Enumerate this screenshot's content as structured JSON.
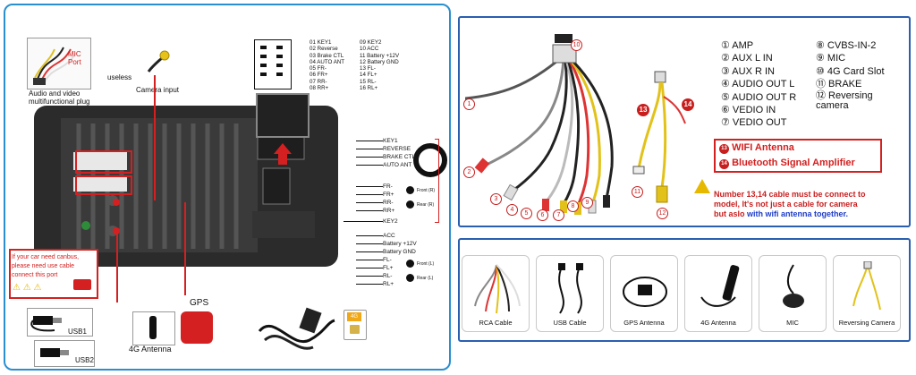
{
  "left": {
    "mic_port": "MIC\nPort",
    "audio_video_plug": "Audio and video\nmultifunctional plug",
    "useless": "useless",
    "camera_input": "Camera input",
    "canbus_note": "If your car need canbus,\nplease need use cable\nconnect this port",
    "usb1": "USB1",
    "usb2": "USB2",
    "antenna_4g": "4G Antenna",
    "gps": "GPS",
    "sim_label": "4G",
    "pins_col1": [
      "01 KEY1",
      "02 Reverse",
      "03 Brake CTL",
      "04 AUTO ANT",
      "05 FR-",
      "06 FR+",
      "07 RR-",
      "08 RR+"
    ],
    "pins_col2": [
      "09 KEY2",
      "10 ACC",
      "11 Battery +12V",
      "12 Battery GND",
      "13 FL-",
      "14 FL+",
      "15 RL-",
      "16 RL+"
    ],
    "wires_top": [
      "KEY1",
      "REVERSE",
      "BRAKE CTL",
      "AUTO ANT"
    ],
    "wires_mid": [
      "FR-",
      "FR+",
      "RR-",
      "RR+"
    ],
    "front_r": "Front (R)",
    "rear_r": "Rear (R)",
    "key2": "KEY2",
    "wires_bottom": [
      "ACC",
      "Battery +12V",
      "Battery GND",
      "FL-",
      "FL+",
      "RL-",
      "RL+"
    ],
    "front_l": "Front (L)",
    "rear_l": "Rear (L)"
  },
  "right": {
    "legend_col1": [
      "① AMP",
      "② AUX L IN",
      "③ AUX R IN",
      "④ AUDIO OUT L",
      "⑤ AUDIO OUT R",
      "⑥ VEDIO IN",
      "⑦ VEDIO OUT"
    ],
    "legend_col2": [
      "⑧ CVBS-IN-2",
      "⑨ MIC",
      "⑩ 4G Card Slot",
      "⑪ BRAKE",
      "⑫ Reversing\ncamera"
    ],
    "wifi": "WIFI Antenna",
    "bt": "Bluetooth Signal Amplifier",
    "num13": "13",
    "num14": "14",
    "note_red": "Number 13,14 cable must be connect to\nmodel, It's not just a cable for camera\nbut aslo ",
    "note_blue": "with wifi antenna together."
  },
  "accessories": [
    "RCA Cable",
    "USB Cable",
    "GPS Antenna",
    "4G Antenna",
    "MIC",
    "Reversing Camera"
  ],
  "colors": {
    "panel_border": "#2a8fd0",
    "red": "#c81e1e",
    "blue": "#1e3cc8",
    "unit": "#2b2b2b"
  }
}
